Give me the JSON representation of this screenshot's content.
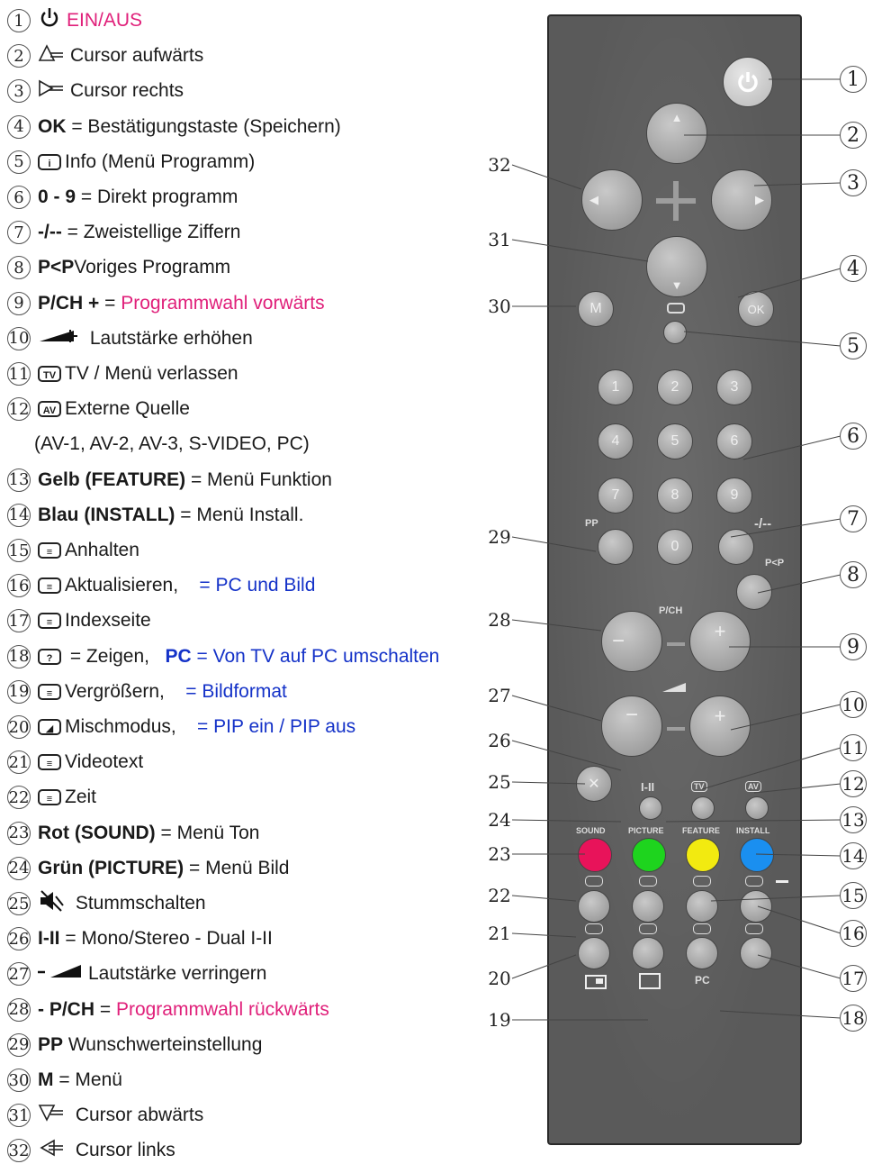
{
  "legend": [
    {
      "n": "1",
      "icon": "power-icon",
      "parts": [
        {
          "t": "EIN/AUS",
          "c": "pink"
        }
      ]
    },
    {
      "n": "2",
      "icon": "cursor-up-icon",
      "parts": [
        {
          "t": "Cursor aufwärts"
        }
      ]
    },
    {
      "n": "3",
      "icon": "cursor-right-icon",
      "parts": [
        {
          "t": "Cursor rechts"
        }
      ]
    },
    {
      "n": "4",
      "parts": [
        {
          "t": "OK",
          "b": true
        },
        {
          "t": " = Bestätigungstaste (Speichern)"
        }
      ]
    },
    {
      "n": "5",
      "icon": "info-key-icon",
      "parts": [
        {
          "t": "Info (Menü Programm)"
        }
      ]
    },
    {
      "n": "6",
      "parts": [
        {
          "t": "0 - 9",
          "b": true
        },
        {
          "t": " = Direkt programm"
        }
      ]
    },
    {
      "n": "7",
      "parts": [
        {
          "t": "-/--",
          "b": true
        },
        {
          "t": " = Zweistellige Ziffern"
        }
      ]
    },
    {
      "n": "8",
      "parts": [
        {
          "t": "P<P",
          "b": true
        },
        {
          "t": "Voriges Programm"
        }
      ]
    },
    {
      "n": "9",
      "parts": [
        {
          "t": "P/CH +",
          "b": true
        },
        {
          "t": " = "
        },
        {
          "t": "Programmwahl vorwärts",
          "c": "pink"
        }
      ]
    },
    {
      "n": "10",
      "icon": "volume-up-icon",
      "parts": [
        {
          "t": " Lautstärke erhöhen"
        }
      ]
    },
    {
      "n": "11",
      "icon": "tv-key-icon",
      "parts": [
        {
          "t": "TV / Menü verlassen"
        }
      ]
    },
    {
      "n": "12",
      "icon": "av-key-icon",
      "parts": [
        {
          "t": "Externe Quelle"
        }
      ]
    },
    {
      "n": "",
      "parts": [
        {
          "t": "(AV-1, AV-2, AV-3, S-VIDEO, PC)"
        }
      ]
    },
    {
      "n": "13",
      "parts": [
        {
          "t": "Gelb (FEATURE)",
          "b": true
        },
        {
          "t": " = Menü Funktion"
        }
      ]
    },
    {
      "n": "14",
      "parts": [
        {
          "t": "Blau (INSTALL)",
          "b": true
        },
        {
          "t": " = Menü Install."
        }
      ]
    },
    {
      "n": "15",
      "icon": "hold-key-icon",
      "parts": [
        {
          "t": "Anhalten"
        }
      ]
    },
    {
      "n": "16",
      "icon": "update-key-icon",
      "parts": [
        {
          "t": "Aktualisieren,    "
        },
        {
          "t": "= PC und Bild",
          "c": "blue"
        }
      ]
    },
    {
      "n": "17",
      "icon": "index-key-icon",
      "parts": [
        {
          "t": "Indexseite"
        }
      ]
    },
    {
      "n": "18",
      "icon": "reveal-key-icon",
      "parts": [
        {
          "t": " = Zeigen,   "
        },
        {
          "t": "PC",
          "c": "blue",
          "b": true
        },
        {
          "t": " = Von TV auf PC umschalten",
          "c": "blue"
        }
      ]
    },
    {
      "n": "19",
      "icon": "enlarge-key-icon",
      "parts": [
        {
          "t": "Vergrößern,    "
        },
        {
          "t": "= Bildformat",
          "c": "blue"
        }
      ]
    },
    {
      "n": "20",
      "icon": "mix-key-icon",
      "parts": [
        {
          "t": "Mischmodus,    "
        },
        {
          "t": "= PIP ein / PIP aus",
          "c": "blue"
        }
      ]
    },
    {
      "n": "21",
      "icon": "teletext-key-icon",
      "parts": [
        {
          "t": "Videotext"
        }
      ]
    },
    {
      "n": "22",
      "icon": "time-key-icon",
      "parts": [
        {
          "t": "Zeit"
        }
      ]
    },
    {
      "n": "23",
      "parts": [
        {
          "t": "Rot (SOUND)",
          "b": true
        },
        {
          "t": " = Menü Ton"
        }
      ]
    },
    {
      "n": "24",
      "parts": [
        {
          "t": "Grün (PICTURE)",
          "b": true
        },
        {
          "t": " = Menü Bild"
        }
      ]
    },
    {
      "n": "25",
      "icon": "mute-icon",
      "parts": [
        {
          "t": " Stummschalten"
        }
      ]
    },
    {
      "n": "26",
      "parts": [
        {
          "t": "I-II",
          "b": true
        },
        {
          "t": " = Mono/Stereo - Dual I-II"
        }
      ]
    },
    {
      "n": "27",
      "icon": "volume-down-icon",
      "parts": [
        {
          "t": "Lautstärke verringern"
        }
      ]
    },
    {
      "n": "28",
      "parts": [
        {
          "t": "- P/CH",
          "b": true
        },
        {
          "t": " = "
        },
        {
          "t": "Programmwahl rückwärts",
          "c": "pink"
        }
      ]
    },
    {
      "n": "29",
      "parts": [
        {
          "t": "PP",
          "b": true
        },
        {
          "t": " Wunschwerteinstellung"
        }
      ]
    },
    {
      "n": "30",
      "parts": [
        {
          "t": "M",
          "b": true
        },
        {
          "t": " = Menü"
        }
      ]
    },
    {
      "n": "31",
      "icon": "cursor-down-icon",
      "parts": [
        {
          "t": " Cursor abwärts"
        }
      ]
    },
    {
      "n": "32",
      "icon": "cursor-left-icon",
      "parts": [
        {
          "t": " Cursor links"
        }
      ]
    }
  ],
  "remote": {
    "digits": [
      "1",
      "2",
      "3",
      "4",
      "5",
      "6",
      "7",
      "8",
      "9",
      "0"
    ],
    "labels": {
      "m": "M",
      "ok": "OK",
      "pp": "PP",
      "dash": "-/--",
      "pp2": "P<P",
      "pch": "P/CH",
      "minus": "−",
      "plus": "+",
      "i2": "I-II",
      "tv": "TV",
      "av": "AV",
      "sound": "SOUND",
      "picture": "PICTURE",
      "feature": "FEATURE",
      "install": "INSTALL",
      "pc": "PC"
    },
    "colors": {
      "red": "#e8135a",
      "green": "#1ed41e",
      "yellow": "#f2ea10",
      "blue": "#1a8ff0"
    }
  },
  "callouts_left": [
    "32",
    "31",
    "30",
    "29",
    "28",
    "27",
    "26",
    "25",
    "24",
    "23",
    "22",
    "21",
    "20",
    "19"
  ],
  "callouts_right": [
    "1",
    "2",
    "3",
    "4",
    "5",
    "6",
    "7",
    "8",
    "9",
    "10",
    "11",
    "12",
    "13",
    "14",
    "15",
    "16",
    "17",
    "18"
  ]
}
